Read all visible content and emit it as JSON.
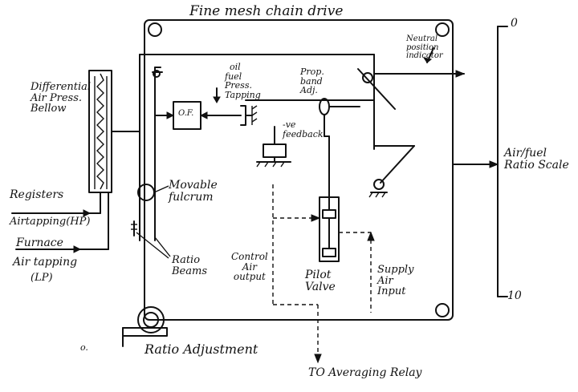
{
  "title": "Fine mesh chain drive",
  "labels": {
    "differential_bellow": [
      "Differential",
      "Air Press.",
      "Bellow"
    ],
    "registers": "Registers",
    "air_tapping_hp": "Airtapping(HP)",
    "furnace": "Furnace",
    "air_tapping_lp_1": "Air tapping",
    "air_tapping_lp_2": "(LP)",
    "oil_fuel_press": [
      "oil",
      "fuel",
      "Press.",
      "Tapping"
    ],
    "of_box": "O.F.",
    "prop_band": [
      "Prop.",
      "band",
      "Adj."
    ],
    "neutral_position": [
      "Neutral",
      "position",
      "indicator"
    ],
    "neg_feedback": [
      "-ve",
      "feedback"
    ],
    "movable_fulcrum": [
      "Movable",
      "fulcrum"
    ],
    "ratio_beams": [
      "Ratio",
      "Beams"
    ],
    "control_air_output": [
      "Control",
      "Air",
      "output"
    ],
    "pilot_valve": [
      "Pilot",
      "Valve"
    ],
    "supply_air_input": [
      "Supply",
      "Air",
      "Input"
    ],
    "air_fuel_ratio_scale": [
      "Air/fuel",
      "Ratio Scale"
    ],
    "scale_top": "0",
    "scale_bottom": "10",
    "ratio_adjustment": "Ratio Adjustment",
    "averaging_relay": "TO Averaging Relay",
    "stray_mark": "o."
  }
}
